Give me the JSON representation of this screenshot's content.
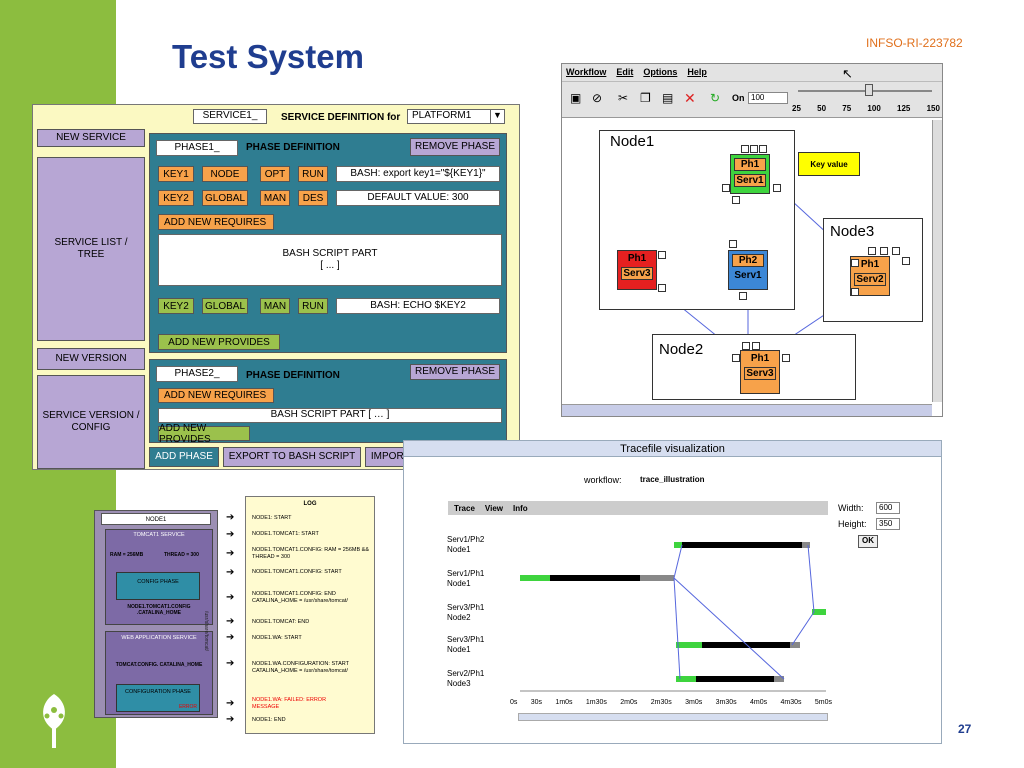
{
  "slide": {
    "title": "Test System",
    "project_id": "INFSO-RI-223782",
    "page_number": "27",
    "accent": "#1f3d8f",
    "sidebar_color": "#8cbd3f"
  },
  "service_editor": {
    "service_name": "SERVICE1_",
    "definition_label": "SERVICE DEFINITION for",
    "platform": "PLATFORM1",
    "left_buttons": [
      "NEW SERVICE",
      "SERVICE LIST / TREE",
      "NEW VERSION",
      "SERVICE VERSION / CONFIG"
    ],
    "phase1": {
      "name": "PHASE1_",
      "label": "PHASE DEFINITION",
      "remove": "REMOVE PHASE",
      "row1": {
        "tags": [
          "KEY1",
          "NODE",
          "OPT",
          "RUN"
        ],
        "value": "BASH:  export key1=\"${KEY1}\""
      },
      "row2": {
        "tags": [
          "KEY2",
          "GLOBAL",
          "MAN",
          "DES"
        ],
        "value": "DEFAULT VALUE:  300"
      },
      "add_requires": "ADD NEW REQUIRES",
      "script_title": "BASH SCRIPT PART",
      "script_body": "[ ... ]",
      "row3": {
        "tags": [
          "KEY2",
          "GLOBAL",
          "MAN",
          "RUN"
        ],
        "value": "BASH:  ECHO $KEY2"
      },
      "add_provides": "ADD NEW PROVIDES"
    },
    "phase2": {
      "name": "PHASE2_",
      "label": "PHASE DEFINITION",
      "remove": "REMOVE PHASE",
      "add_requires": "ADD NEW REQUIRES",
      "script": "BASH SCRIPT PART   [ … ]",
      "add_provides": "ADD NEW PROVIDES"
    },
    "bottom_buttons": [
      "ADD PHASE",
      "EXPORT TO BASH SCRIPT",
      "IMPORT FROM BASH SCRIPT"
    ]
  },
  "workflow_app": {
    "menu": [
      "Workflow",
      "Edit",
      "Options",
      "Help"
    ],
    "zoom_label": "On",
    "zoom_value": "100",
    "zoom_ticks": [
      "25",
      "50",
      "75",
      "100",
      "125",
      "150"
    ],
    "zoom_level": 100,
    "nodes": [
      "Node1",
      "Node2",
      "Node3"
    ],
    "callout": "Key value",
    "phases": {
      "n1_ph": "Ph1",
      "n1_serv": "Serv1",
      "serv3_ph": "Ph1",
      "serv3_serv": "Serv3",
      "ph2": "Ph2",
      "ph2_serv": "Serv1",
      "n3_ph": "Ph1",
      "n3_serv": "Serv2",
      "n2_ph": "Ph1",
      "n2_serv": "Serv3"
    }
  },
  "trace": {
    "title": "Tracefile visualization",
    "workflow_label": "workflow:",
    "workflow_value": "trace_illustration",
    "menu": [
      "Trace",
      "View",
      "Info"
    ],
    "width_label": "Width:",
    "width_value": "600",
    "height_label": "Height:",
    "height_value": "350",
    "ok": "OK",
    "rows": [
      {
        "l1": "Serv1/Ph2",
        "l2": "Node1"
      },
      {
        "l1": "Serv1/Ph1",
        "l2": "Node1"
      },
      {
        "l1": "Serv3/Ph1",
        "l2": "Node2"
      },
      {
        "l1": "Serv3/Ph1",
        "l2": "Node1"
      },
      {
        "l1": "Serv2/Ph1",
        "l2": "Node3"
      }
    ],
    "axis": [
      "0s",
      "30s",
      "1m0s",
      "1m30s",
      "2m0s",
      "2m30s",
      "3m0s",
      "3m30s",
      "4m0s",
      "4m30s",
      "5m0s"
    ]
  },
  "log_diagram": {
    "node": "NODE1",
    "tomcat": "TOMCAT1 SERVICE",
    "ram": "RAM = 256MB",
    "thread": "THREAD = 300",
    "config_phase": "CONFIG PHASE",
    "catalina": "NODE1.TOMCAT1.CONFIG .CATALINA_HOME",
    "path": "/usr/share/tomcat/",
    "webapp": "WEB APPLICATION SERVICE",
    "tomcat_config": "TOMCAT.CONFIG. CATALINA_HOME",
    "config_phase2": "CONFIGURATION PHASE",
    "error": "ERROR",
    "log_title": "LOG",
    "entries": [
      "NODE1: START",
      "NODE1.TOMCAT1: START",
      "NODE1.TOMCAT1.CONFIG: RAM = 256MB && THREAD = 300",
      "NODE1.TOMCAT1.CONFIG: START",
      "NODE1.TOMCAT1.CONFIG: END CATALINA_HOME = /usr/share/tomcat/",
      "NODE1.TOMCAT: END",
      "NODE1.WA: START",
      "NODE1.WA.CONFIGURATION: START CATALINA_HOME = /usr/share/tomcat/",
      "NODE1.WA: FAILED: ERROR MESSAGE",
      "NODE1: END"
    ]
  }
}
